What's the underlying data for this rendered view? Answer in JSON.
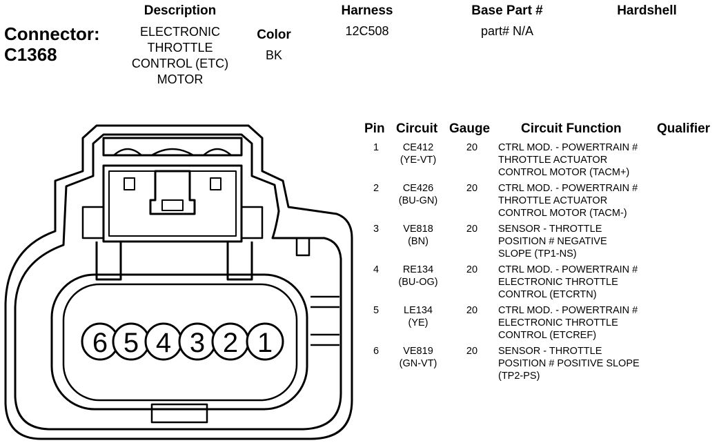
{
  "header": {
    "connector_label": "Connector:",
    "connector_id": "C1368",
    "description_label": "Description",
    "description_lines": [
      "ELECTRONIC",
      "THROTTLE",
      "CONTROL (ETC)",
      "MOTOR"
    ],
    "color_label": "Color",
    "color_value": "BK",
    "harness_label": "Harness",
    "harness_value": "12C508",
    "base_part_label": "Base Part #",
    "base_part_value": "part# N/A",
    "hardshell_label": "Hardshell"
  },
  "table": {
    "columns": [
      "Pin",
      "Circuit",
      "Gauge",
      "Circuit Function",
      "Qualifier"
    ],
    "rows": [
      {
        "pin": "1",
        "circuit": [
          "CE412",
          "(YE-VT)"
        ],
        "gauge": "20",
        "function": [
          "CTRL MOD. - POWERTRAIN #",
          "THROTTLE ACTUATOR",
          "CONTROL MOTOR (TACM+)"
        ]
      },
      {
        "pin": "2",
        "circuit": [
          "CE426",
          "(BU-GN)"
        ],
        "gauge": "20",
        "function": [
          "CTRL MOD. - POWERTRAIN #",
          "THROTTLE ACTUATOR",
          "CONTROL MOTOR (TACM-)"
        ]
      },
      {
        "pin": "3",
        "circuit": [
          "VE818",
          "(BN)"
        ],
        "gauge": "20",
        "function": [
          "SENSOR - THROTTLE",
          "POSITION # NEGATIVE",
          "SLOPE (TP1-NS)"
        ]
      },
      {
        "pin": "4",
        "circuit": [
          "RE134",
          "(BU-OG)"
        ],
        "gauge": "20",
        "function": [
          "CTRL MOD. - POWERTRAIN #",
          "ELECTRONIC THROTTLE",
          "CONTROL (ETCRTN)"
        ]
      },
      {
        "pin": "5",
        "circuit": [
          "LE134",
          "(YE)"
        ],
        "gauge": "20",
        "function": [
          "CTRL MOD. - POWERTRAIN #",
          "ELECTRONIC THROTTLE",
          "CONTROL (ETCREF)"
        ]
      },
      {
        "pin": "6",
        "circuit": [
          "VE819",
          "(GN-VT)"
        ],
        "gauge": "20",
        "function": [
          "SENSOR - THROTTLE",
          "POSITION # POSITIVE SLOPE",
          "(TP2-PS)"
        ]
      }
    ]
  },
  "connector_face": {
    "pin_labels": [
      "6",
      "5",
      "4",
      "3",
      "2",
      "1"
    ]
  }
}
